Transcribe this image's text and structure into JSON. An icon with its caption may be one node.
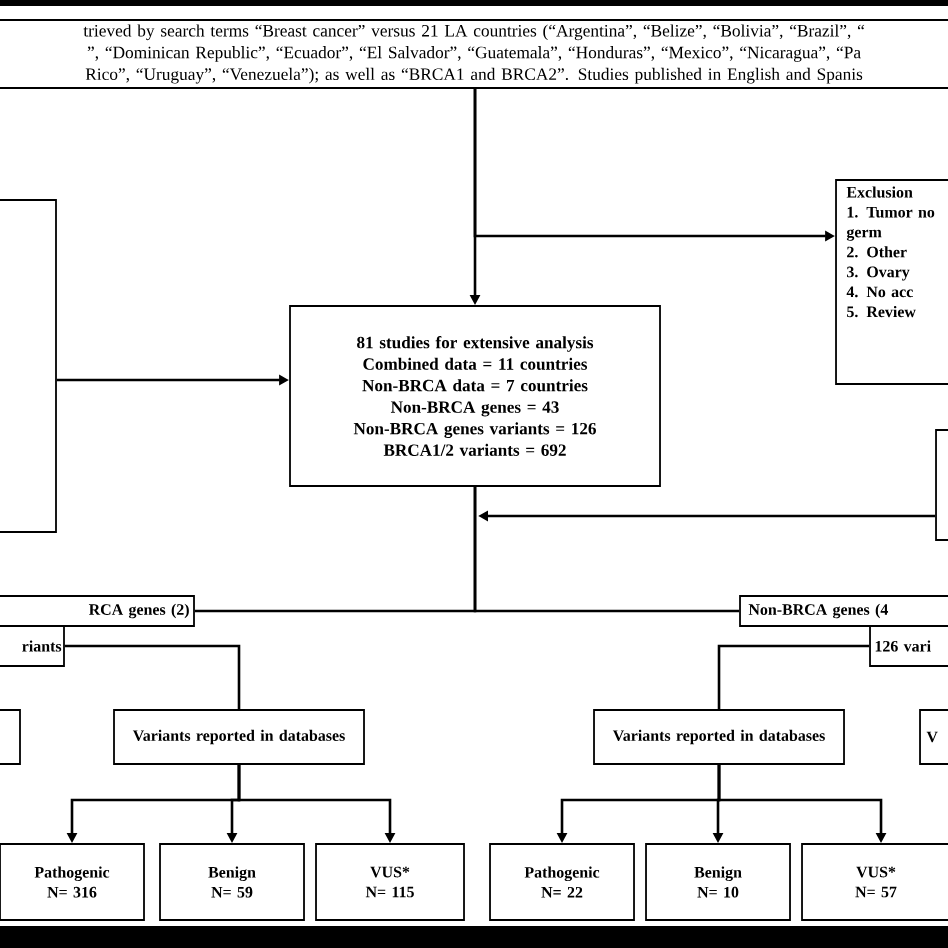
{
  "diagram": {
    "nodes": [
      {
        "text": [
          "trieved by search terms “Breast cancer” versus 21 LA countries (“Argentina”, “Belize”, “Bolivia”, “Brazil”, “ ”, “Dominican Republic”, “Ecuador”, “El Salvador”, “Guatemala”, “Honduras”, “Mexico”, “Nicaragua”, “Pa Rico”, “Uruguay”, “Venezuela”); as well as “BRCA1 and BRCA2”. Studies published in English and Spanis"
        ]
      },
      {
        "text": [],
        "shape": "box"
      },
      {
        "text": [
          "Exclusion",
          "1. Tumor no germ",
          "2. Other",
          "3. Ovary",
          "4. No acc",
          "5. Review"
        ]
      },
      {
        "text": [
          "81 studies for extensive analysis",
          "Combined data = 11 countries",
          "Non-BRCA data = 7 countries",
          "Non-BRCA genes = 43",
          "Non-BRCA genes variants = 126",
          "BRCA1/2 variants = 692"
        ]
      },
      {
        "text": [],
        "shape": "box"
      },
      {
        "text": [
          "RCA genes (2)"
        ]
      },
      {
        "text": [
          "riants"
        ]
      },
      {
        "text": [
          "Non-BRCA genes (4"
        ]
      },
      {
        "text": [
          "126 vari"
        ]
      },
      {
        "text": [],
        "shape": "box"
      },
      {
        "text": [
          "Variants reported in databases"
        ]
      },
      {
        "text": [
          "Variants reported in databases"
        ]
      },
      {
        "text": [
          "V"
        ]
      },
      {
        "text": [
          "Pathogenic",
          "N= 316"
        ]
      },
      {
        "text": [
          "Benign",
          "N= 59"
        ]
      },
      {
        "text": [
          "VUS*",
          "N= 115"
        ]
      },
      {
        "text": [
          "Pathogenic",
          "N= 22"
        ]
      },
      {
        "text": [
          "Benign",
          "N= 10"
        ]
      },
      {
        "text": [
          "VUS*",
          "N= 57"
        ]
      }
    ],
    "edges": [
      {
        "from": 0,
        "to": 3,
        "arrow": "to"
      },
      {
        "from": 0,
        "to": 2,
        "arrow": "to"
      },
      {
        "from": 1,
        "to": 3,
        "arrow": "to"
      },
      {
        "from": 4,
        "to": null,
        "arrow": "to"
      },
      {
        "from": 3,
        "to": 5,
        "arrow": "none"
      },
      {
        "from": 3,
        "to": 7,
        "arrow": "none"
      },
      {
        "from": 6,
        "to": 10,
        "arrow": "none"
      },
      {
        "from": 8,
        "to": 11,
        "arrow": "none"
      },
      {
        "from": 10,
        "to": 13,
        "arrow": "to"
      },
      {
        "from": 10,
        "to": 14,
        "arrow": "to"
      },
      {
        "from": 10,
        "to": 15,
        "arrow": "to"
      },
      {
        "from": 11,
        "to": 16,
        "arrow": "to"
      },
      {
        "from": 11,
        "to": 17,
        "arrow": "to"
      },
      {
        "from": 11,
        "to": 18,
        "arrow": "to"
      }
    ]
  }
}
